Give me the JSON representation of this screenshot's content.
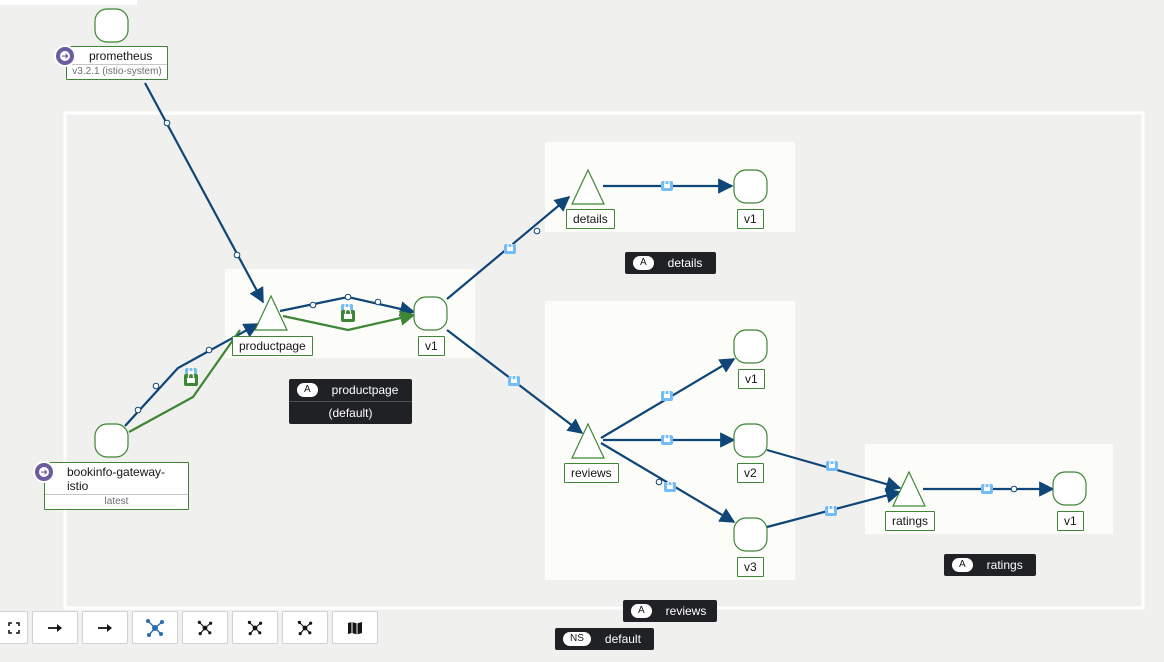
{
  "nodes": {
    "prometheus": {
      "name": "prometheus",
      "detail": "v3.2.1 (istio-system)",
      "icon": "service-entry-icon"
    },
    "gateway": {
      "name": "bookinfo-gateway-istio",
      "detail": "latest",
      "icon": "service-entry-icon"
    },
    "productpage_service": {
      "label": "productpage"
    },
    "productpage_v1": {
      "label": "v1"
    },
    "details_service": {
      "label": "details"
    },
    "details_v1": {
      "label": "v1"
    },
    "reviews_service": {
      "label": "reviews"
    },
    "reviews_v1": {
      "label": "v1"
    },
    "reviews_v2": {
      "label": "v2"
    },
    "reviews_v3": {
      "label": "v3"
    },
    "ratings_service": {
      "label": "ratings"
    },
    "ratings_v1": {
      "label": "v1"
    }
  },
  "boxes": {
    "productpage": {
      "badge": "A",
      "name": "productpage",
      "namespace": "(default)"
    },
    "details": {
      "badge": "A",
      "name": "details"
    },
    "reviews": {
      "badge": "A",
      "name": "reviews"
    },
    "ratings": {
      "badge": "A",
      "name": "ratings"
    },
    "namespace": {
      "badge": "NS",
      "name": "default"
    }
  },
  "edge_colors": {
    "http": "#0f4577",
    "tcp": "#3e8635",
    "lock": "#73bcf7"
  },
  "toolbar": {
    "buttons": [
      {
        "id": "fullscreen",
        "icon": "expand-icon"
      },
      {
        "id": "layout-default",
        "icon": "arrow-right-icon"
      },
      {
        "id": "layout-1",
        "icon": "arrow-right-icon"
      },
      {
        "id": "layout-2",
        "icon": "topology-icon"
      },
      {
        "id": "layout-3",
        "icon": "topology-icon"
      },
      {
        "id": "layout-4",
        "icon": "topology-icon"
      },
      {
        "id": "layout-5",
        "icon": "topology-icon"
      },
      {
        "id": "legend",
        "icon": "map-icon"
      }
    ]
  }
}
